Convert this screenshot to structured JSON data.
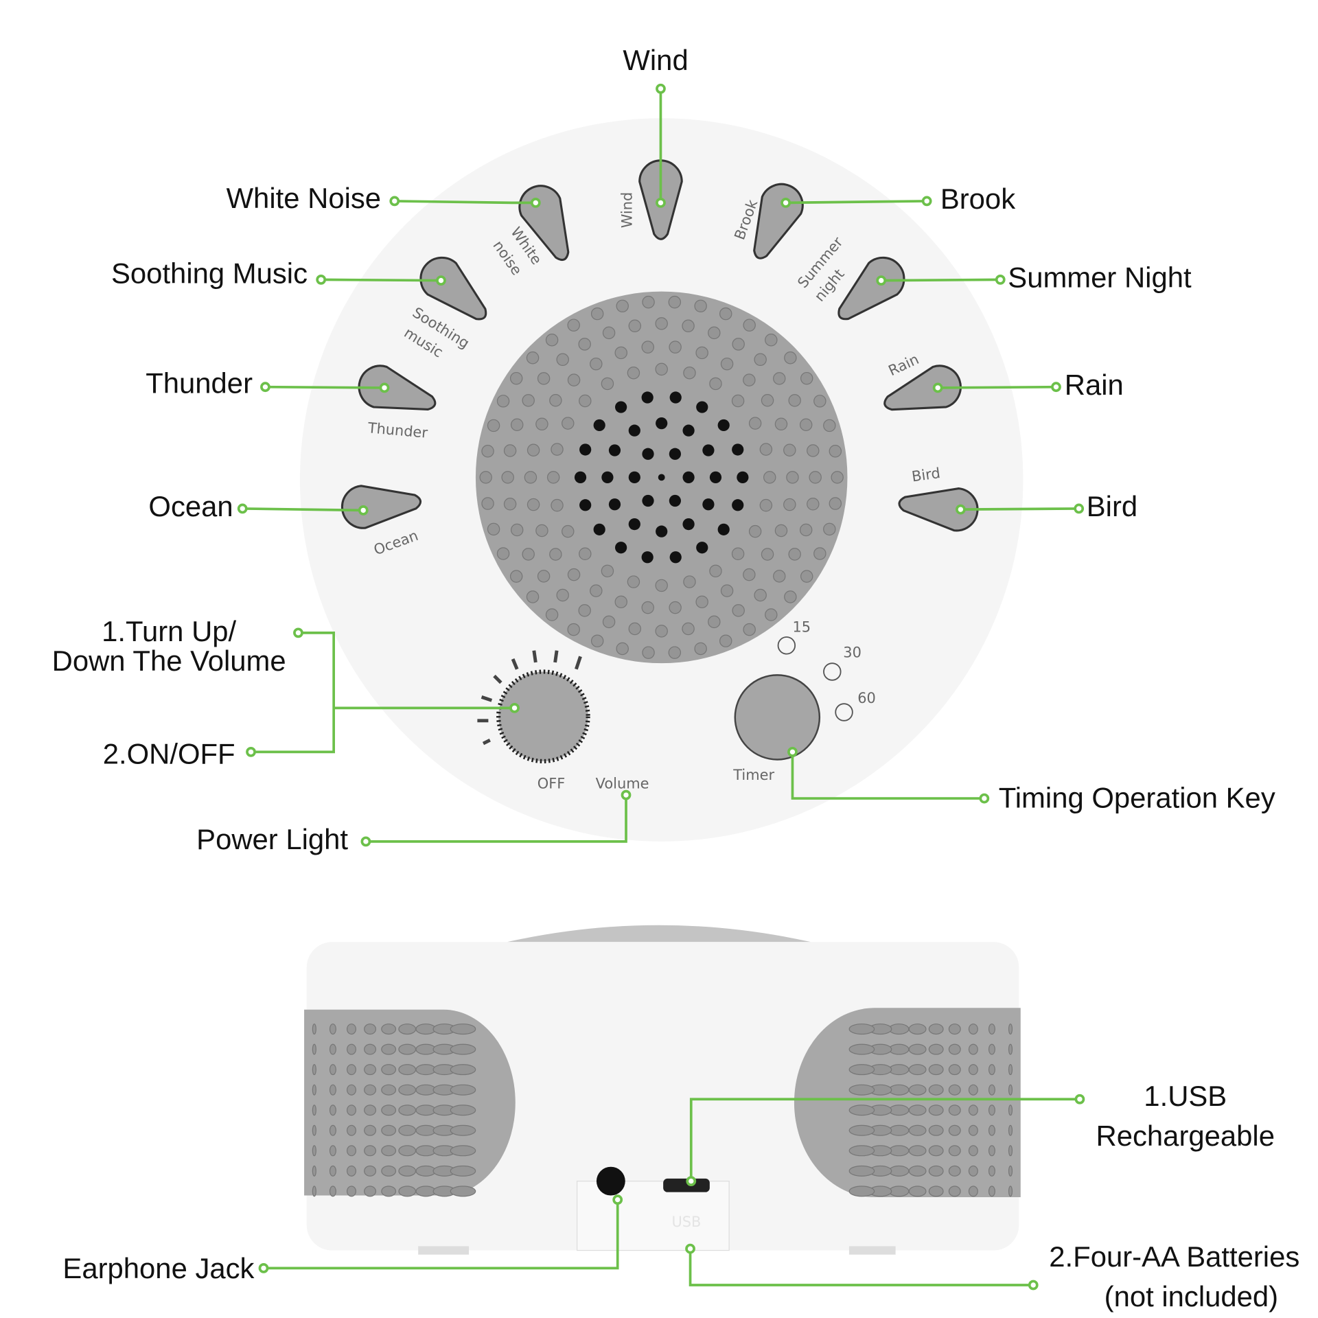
{
  "colors": {
    "accent": "#6cc04a",
    "grey": "#a0a0a0",
    "body": "#f4f4f4"
  },
  "callouts": {
    "wind": "Wind",
    "white_noise": "White Noise",
    "brook": "Brook",
    "soothing_music": "Soothing Music",
    "summer_night": "Summer Night",
    "thunder": "Thunder",
    "rain": "Rain",
    "ocean": "Ocean",
    "bird": "Bird",
    "volume_line1": "1.Turn Up/",
    "volume_line2": "Down The Volume",
    "on_off": "2.ON/OFF",
    "power_light": "Power Light",
    "timing_key": "Timing Operation Key",
    "earphone_jack": "Earphone Jack",
    "usb_line1": "1.USB",
    "usb_line2": "Rechargeable",
    "batteries_line1": "2.Four-AA Batteries",
    "batteries_line2": "(not included)"
  },
  "device_labels": {
    "wind": "Wind",
    "white": "White",
    "noise": "noise",
    "brook": "Brook",
    "summer": "Summer",
    "night": "night",
    "soothing": "Soothing",
    "music": "music",
    "rain": "Rain",
    "thunder": "Thunder",
    "bird": "Bird",
    "ocean": "Ocean",
    "off": "OFF",
    "volume": "Volume",
    "timer": "Timer",
    "t15": "15",
    "t30": "30",
    "t60": "60",
    "usb": "USB"
  }
}
